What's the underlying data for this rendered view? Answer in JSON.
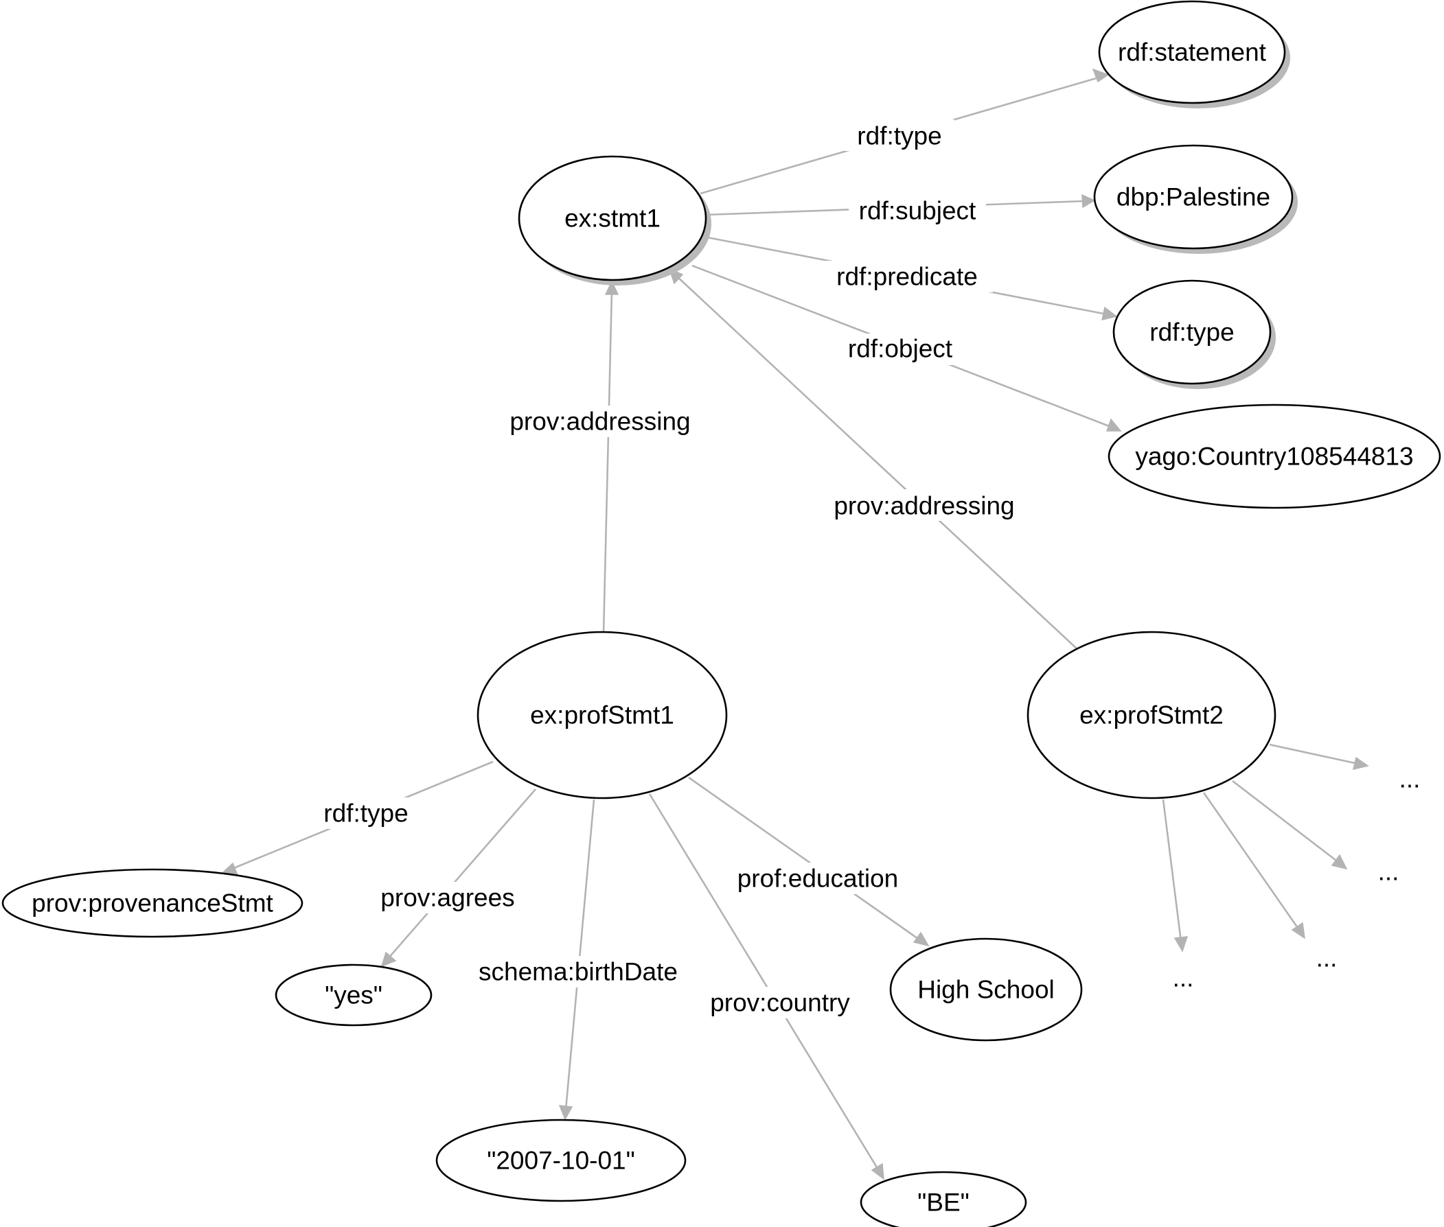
{
  "nodes": {
    "rdf_statement": "rdf:statement",
    "stmt1": "ex:stmt1",
    "dbp_palestine": "dbp:Palestine",
    "rdf_type_node": "rdf:type",
    "yago_country": "yago:Country108544813",
    "prof_stmt1": "ex:profStmt1",
    "prof_stmt2": "ex:profStmt2",
    "provenance_stmt": "prov:provenanceStmt",
    "yes_literal": "\"yes\"",
    "high_school": "High School",
    "birth_date_literal": "\"2007-10-01\"",
    "be_literal": "\"BE\""
  },
  "edges": {
    "stmt1_type": "rdf:type",
    "stmt1_subject": "rdf:subject",
    "stmt1_predicate": "rdf:predicate",
    "stmt1_object": "rdf:object",
    "prof1_addressing": "prov:addressing",
    "prof2_addressing": "prov:addressing",
    "prof1_type": "rdf:type",
    "prof1_agrees": "prov:agrees",
    "prof1_birthdate": "schema:birthDate",
    "prof1_country": "prov:country",
    "prof1_education": "prof:education"
  },
  "ellipsis": "..."
}
